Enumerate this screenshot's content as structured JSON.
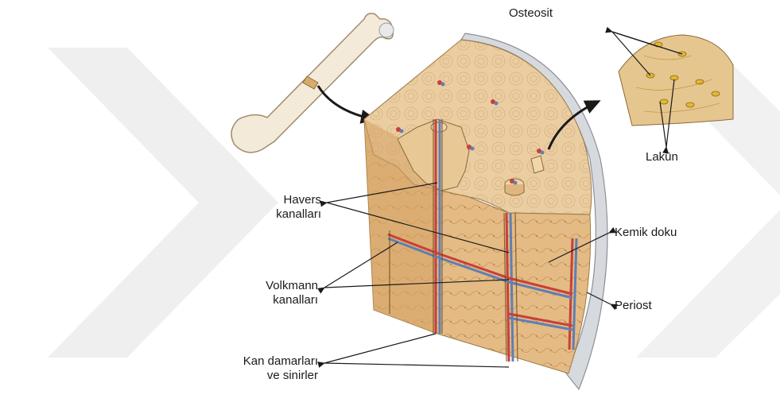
{
  "labels": {
    "osteosit": "Osteosit",
    "lakun": "Lakün",
    "havers_line1": "Havers",
    "havers_line2": "kanalları",
    "kemik_doku": "Kemik doku",
    "volkmann_line1": "Volkmann",
    "volkmann_line2": "kanalları",
    "periost": "Periost",
    "kan_line1": "Kan damarları",
    "kan_line2": "ve sinirler"
  },
  "colors": {
    "bone_top": "#e8c89a",
    "bone_side": "#d9aa6e",
    "bone_front": "#e2b47a",
    "periosteum": "#cfd3d8",
    "artery": "#c8403a",
    "vein": "#5f7fb5",
    "nerve": "#b89b2a",
    "watermark": "#ececec",
    "osteocyte": "#e3b830"
  },
  "icons": {
    "femur": "femur-bone-icon",
    "arrow_curved": "curved-arrow-icon"
  }
}
